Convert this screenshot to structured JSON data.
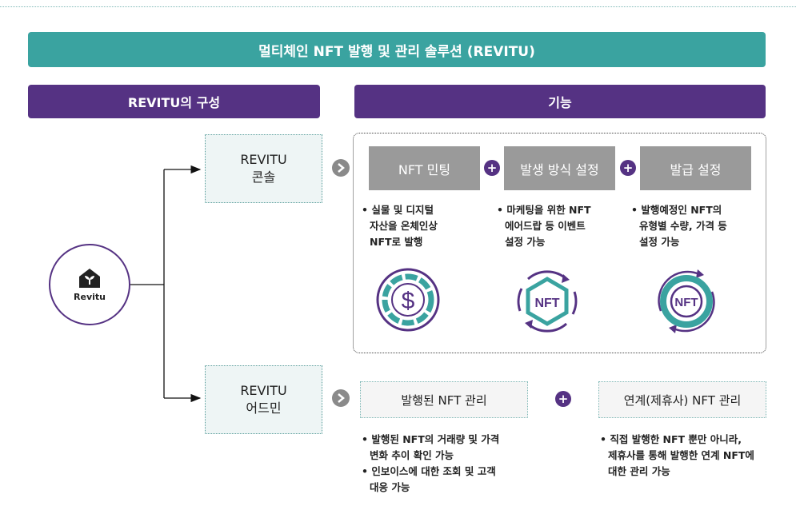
{
  "banner_title": "멀티체인 NFT 발행 및 관리 솔루션 (REVITU)",
  "sections": {
    "composition": "REVITU의 구성",
    "features": "기능"
  },
  "logo": {
    "brand": "Revitu"
  },
  "components": {
    "console": {
      "line1": "REVITU",
      "line2": "콘솔"
    },
    "admin": {
      "line1": "REVITU",
      "line2": "어드민"
    }
  },
  "console_features": [
    {
      "title": "NFT 민팅",
      "desc": [
        "• 실물 및 디지털",
        "자산을 온체인상",
        "NFT로 발행"
      ],
      "icon": "dollar-coin-icon"
    },
    {
      "title": "발생 방식 설정",
      "desc": [
        "• 마케팅을 위한 NFT",
        "에어드랍 등 이벤트",
        "설정 가능"
      ],
      "icon": "nft-cycle-icon"
    },
    {
      "title": "발급 설정",
      "desc": [
        "• 발행예정인 NFT의",
        "유형별 수량, 가격 등",
        "설정 가능"
      ],
      "icon": "nft-coin-icon",
      "icon_text": "NFT"
    }
  ],
  "nft_hex_text": "NFT",
  "admin_features": [
    {
      "title": "발행된 NFT 관리",
      "bullets": [
        [
          "• 발행된 NFT의 거래량 및 가격",
          "변화 추이 확인 가능"
        ],
        [
          "• 인보이스에 대한 조회 및 고객",
          "대응 가능"
        ]
      ]
    },
    {
      "title": "연계(제휴사) NFT 관리",
      "bullets": [
        [
          "• 직접 발행한 NFT 뿐만 아니라,",
          "제휴사를 통해 발행한 연계 NFT에",
          "대한 관리 가능"
        ]
      ]
    }
  ],
  "colors": {
    "teal": "#3aa3a0",
    "purple": "#553283",
    "gray": "#9a9a9a"
  }
}
